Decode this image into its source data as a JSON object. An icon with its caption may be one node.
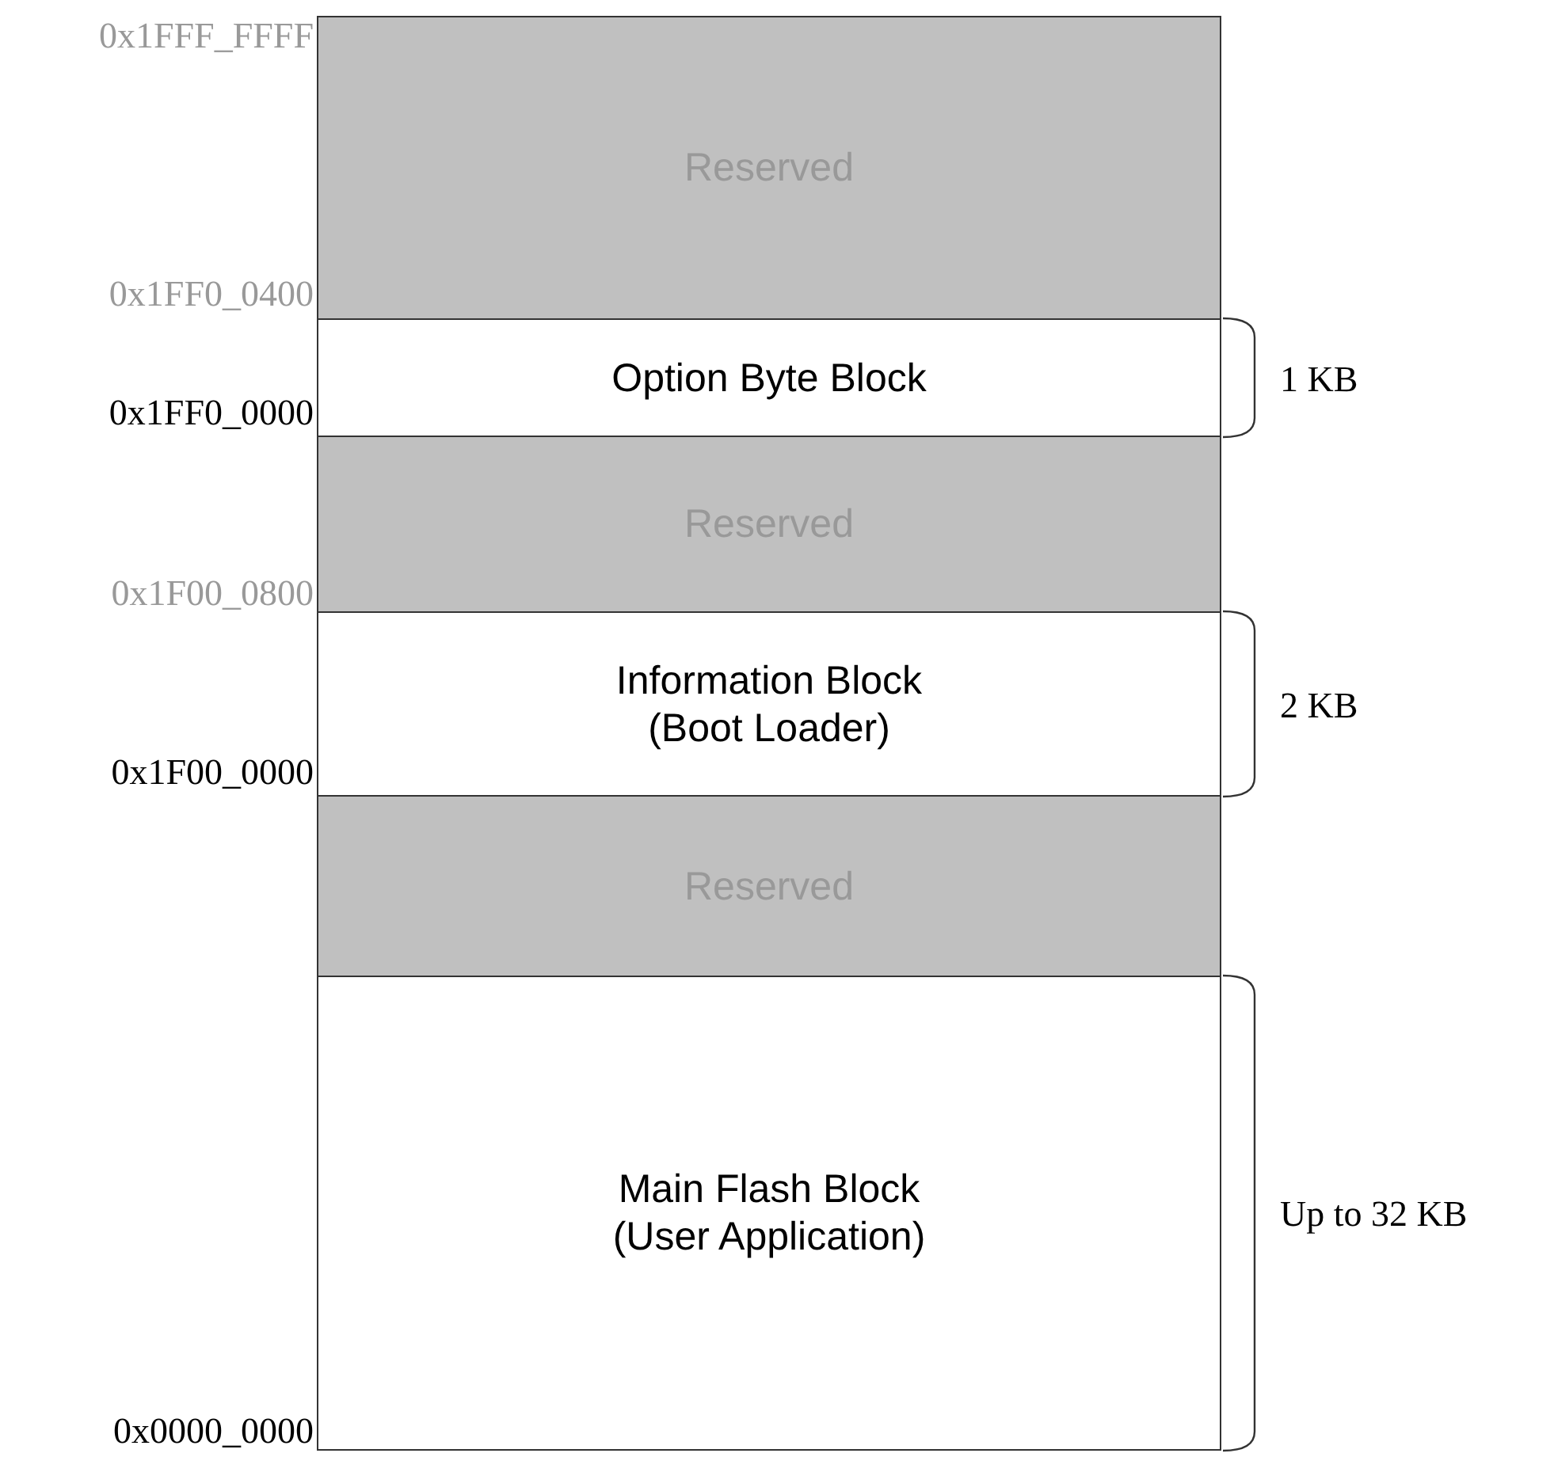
{
  "diagram": {
    "nodes": [
      {
        "text": [
          "Reserved"
        ]
      },
      {
        "text": [
          "Option Byte Block"
        ],
        "beside": [
          "1 KB"
        ]
      },
      {
        "text": [
          "Reserved"
        ]
      },
      {
        "text": [
          "Information Block (Boot Loader)"
        ],
        "beside": [
          "2 KB"
        ]
      },
      {
        "text": [
          "Reserved"
        ]
      },
      {
        "text": [
          "Main Flash Block (User Application)"
        ],
        "beside": [
          "Up to 32 KB"
        ]
      }
    ],
    "labels": [
      "0x1FFF_FFFF",
      "0x1FF0_0400",
      "0x1FF0_0000",
      "0x1F00_0800",
      "0x1F00_0000",
      "0x0000_0000"
    ]
  }
}
